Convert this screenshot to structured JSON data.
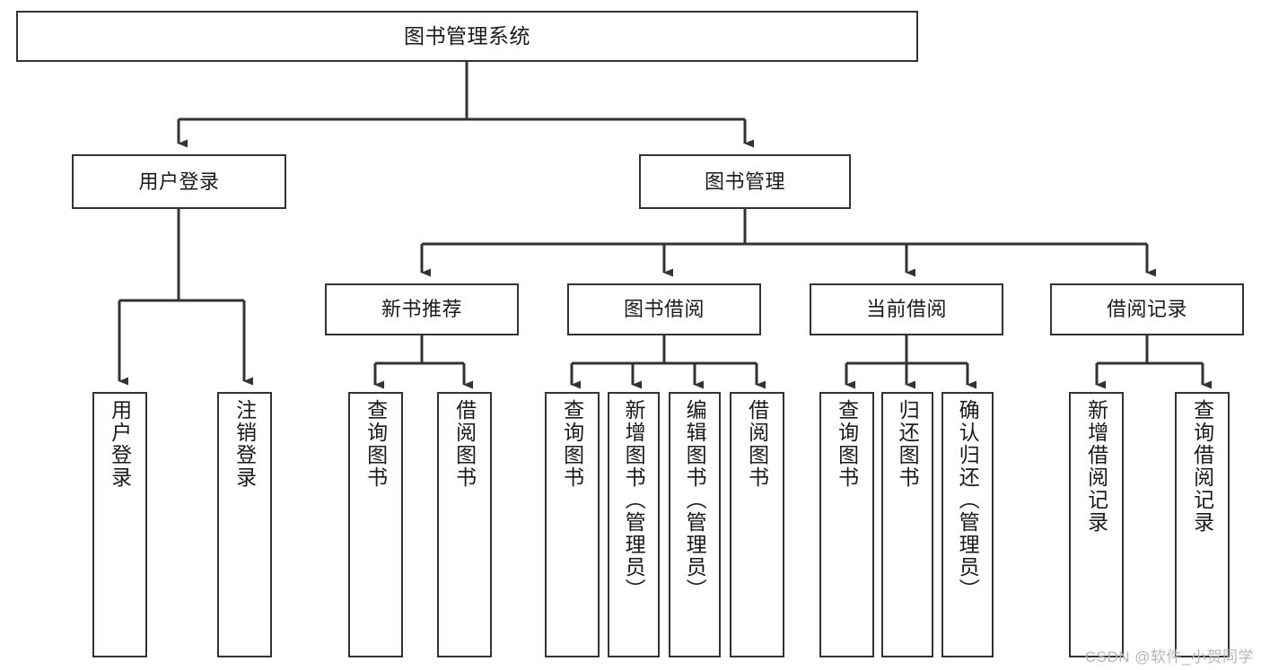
{
  "diagram": {
    "title": "图书管理系统",
    "type": "tree-hierarchy",
    "watermark": "CSDN @软件_小贺同学",
    "colors": {
      "stroke": "#333333",
      "fill": "#ffffff",
      "text": "#1a1a1a",
      "watermark": "#b6b6b6"
    },
    "nodes": {
      "root": {
        "label": "图书管理系统"
      },
      "level2": [
        {
          "id": "user-login",
          "label": "用户登录"
        },
        {
          "id": "book-manage",
          "label": "图书管理"
        }
      ],
      "level3": [
        {
          "id": "new-book-rec",
          "label": "新书推荐"
        },
        {
          "id": "book-borrow",
          "label": "图书借阅"
        },
        {
          "id": "current-borrow",
          "label": "当前借阅"
        },
        {
          "id": "borrow-record",
          "label": "借阅记录"
        }
      ],
      "leaves": {
        "user-login": [
          {
            "id": "leaf-user-login",
            "label": "用户登录"
          },
          {
            "id": "leaf-user-logout",
            "label": "注销登录"
          }
        ],
        "new-book-rec": [
          {
            "id": "leaf-query-book-1",
            "label": "查询图书"
          },
          {
            "id": "leaf-borrow-book-1",
            "label": "借阅图书"
          }
        ],
        "book-borrow": [
          {
            "id": "leaf-query-book-2",
            "label": "查询图书"
          },
          {
            "id": "leaf-add-book",
            "label": "新增图书（管理员）"
          },
          {
            "id": "leaf-edit-book",
            "label": "编辑图书（管理员）"
          },
          {
            "id": "leaf-borrow-book-2",
            "label": "借阅图书"
          }
        ],
        "current-borrow": [
          {
            "id": "leaf-query-book-3",
            "label": "查询图书"
          },
          {
            "id": "leaf-return-book",
            "label": "归还图书"
          },
          {
            "id": "leaf-confirm-return",
            "label": "确认归还（管理员）"
          }
        ],
        "borrow-record": [
          {
            "id": "leaf-add-record",
            "label": "新增借阅记录"
          },
          {
            "id": "leaf-query-record",
            "label": "查询借阅记录"
          }
        ]
      }
    }
  }
}
